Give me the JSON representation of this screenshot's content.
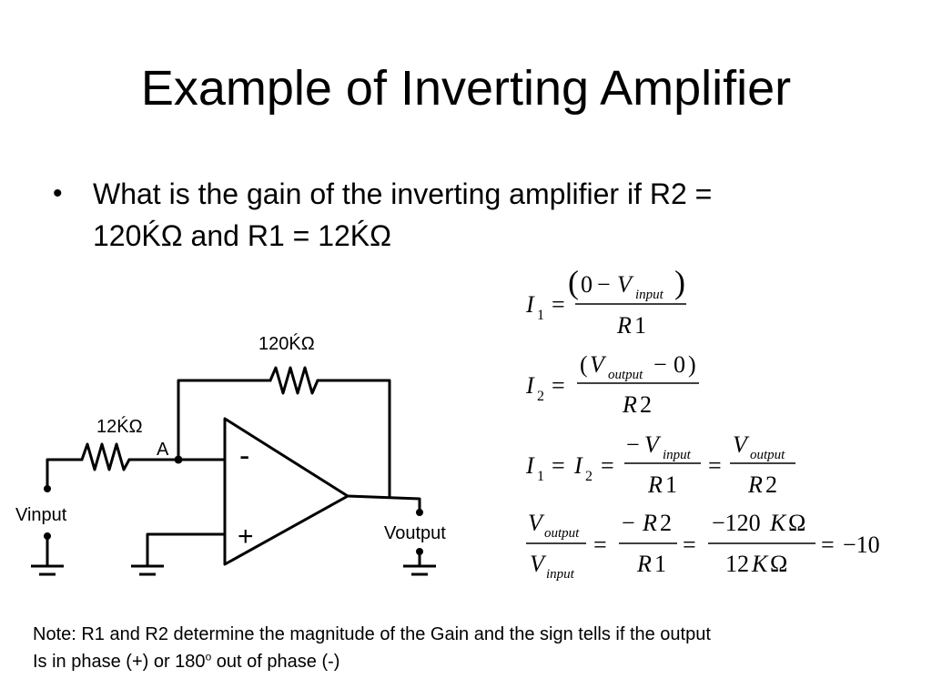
{
  "slide": {
    "title": "Example of Inverting Amplifier",
    "bullet_symbol": "•",
    "bullet_line1": "What is the gain of the inverting amplifier if R2 =",
    "bullet_line2": "120ḰΩ and R1 = 12ḰΩ"
  },
  "circuit": {
    "r2_label": "120ḰΩ",
    "r1_label": "12ḰΩ",
    "node_label": "A",
    "minus_sign": "-",
    "plus_sign": "+",
    "vinput_label": "Vinput",
    "voutput_label": "Voutput"
  },
  "equations": {
    "I": "I",
    "sub1": "1",
    "sub2": "2",
    "eq": "=",
    "lparen": "(",
    "rparen": ")",
    "zero": "0",
    "minus": "−",
    "V": "V",
    "input": "input",
    "output": "output",
    "R": "R",
    "one": "1",
    "two": "2",
    "neg120": "−120",
    "K": "K",
    "Omega": "Ω",
    "twelve": "12",
    "result": "−10"
  },
  "note": {
    "line1": "Note: R1 and R2 determine the magnitude of the Gain and the sign tells if the output",
    "line2a": "Is in phase (+) or 180",
    "line2sup": "o",
    "line2b": " out of phase (-)"
  }
}
